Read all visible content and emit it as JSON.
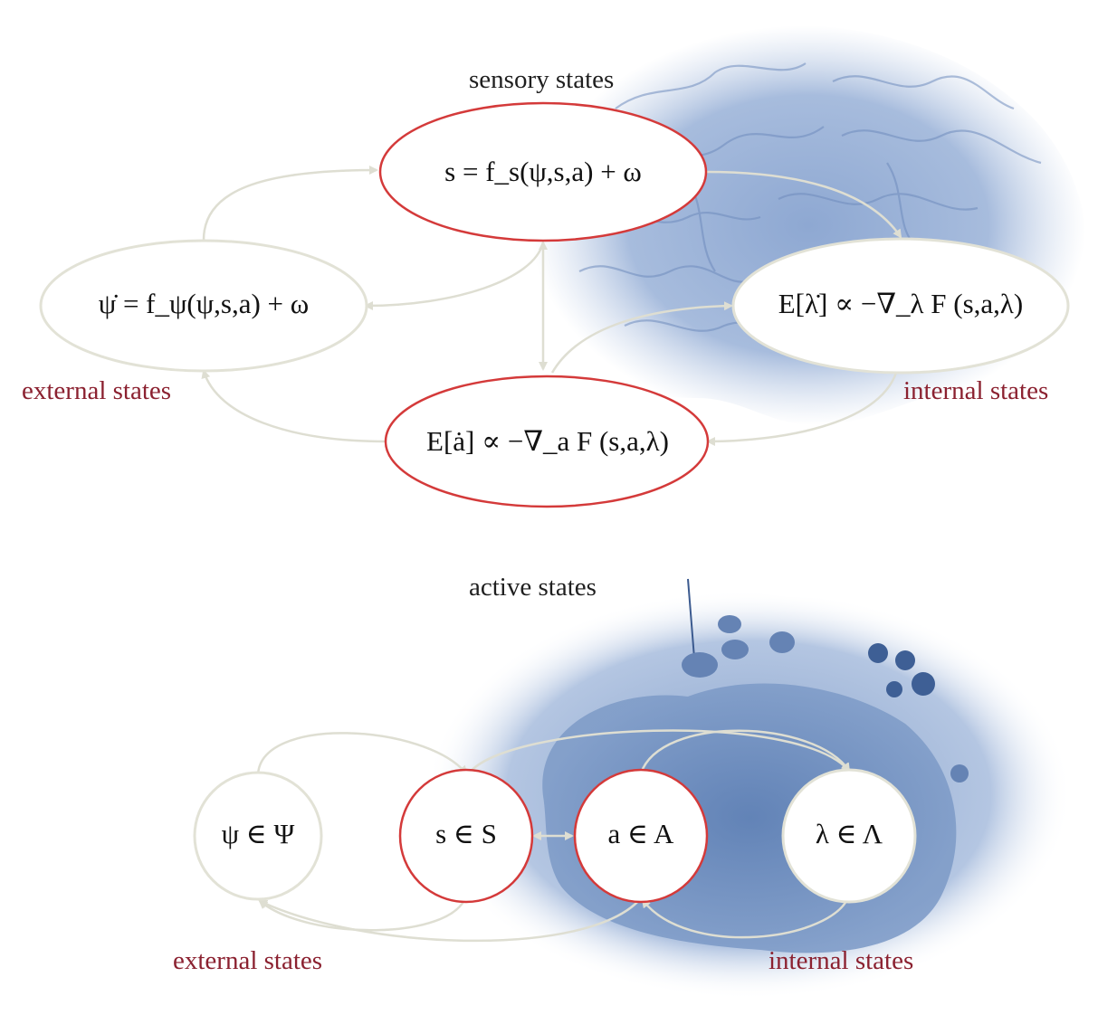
{
  "labels": {
    "sensory_states": "sensory states",
    "active_states": "active states",
    "external_states_top": "external states",
    "internal_states_top": "internal states",
    "external_states_bottom": "external states",
    "internal_states_bottom": "internal states"
  },
  "equations": {
    "external": "ψ̇ = f_ψ(ψ,s,a) + ω",
    "sensory": "s = f_s(ψ,s,a) + ω",
    "internal": "E[λ̇] ∝ −∇_λ F (s,a,λ)",
    "active": "E[ȧ] ∝ −∇_a F (s,a,λ)"
  },
  "nodes": {
    "external": "ψ ∈ Ψ",
    "sensory": "s ∈ S",
    "active": "a ∈ A",
    "internal": "λ ∈ Λ"
  },
  "colors": {
    "markov_blanket_outline": "#d43a3a",
    "other_outline": "#e2e2d6",
    "arrow": "#deded2",
    "state_label_red": "#8b2130",
    "image_tint": "#7f9cc8"
  }
}
